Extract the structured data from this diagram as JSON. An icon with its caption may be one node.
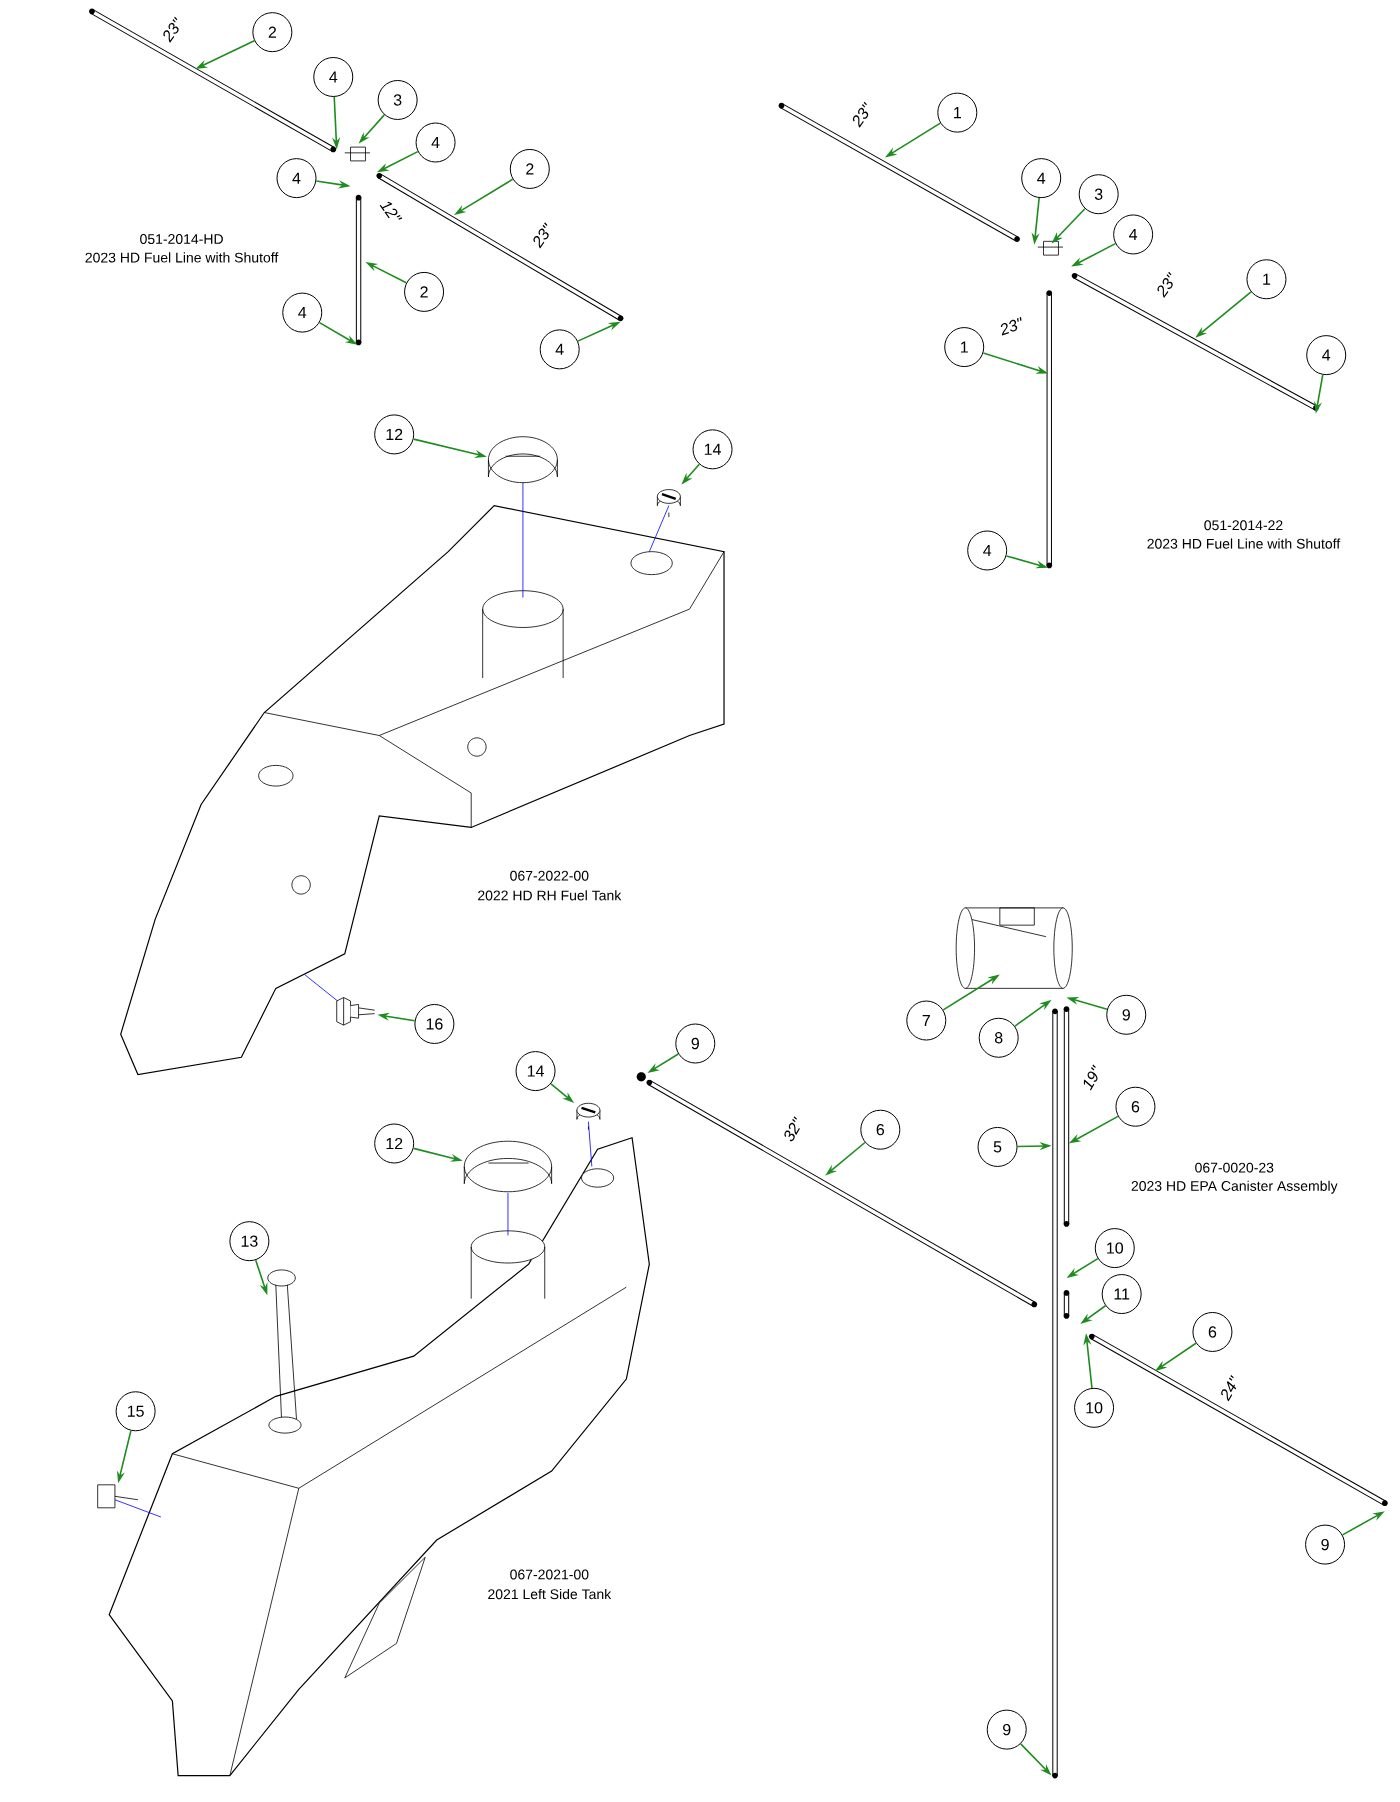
{
  "diagram": {
    "nodes": [
      {
        "text": [
          "2"
        ]
      },
      {
        "text": [
          "4"
        ]
      },
      {
        "text": [
          "3"
        ]
      },
      {
        "text": [
          "4"
        ]
      },
      {
        "text": [
          "4"
        ]
      },
      {
        "text": [
          "2"
        ]
      },
      {
        "text": [
          "2"
        ]
      },
      {
        "text": [
          "4"
        ]
      },
      {
        "text": [
          "4"
        ]
      },
      {
        "text": [
          "1"
        ]
      },
      {
        "text": [
          "4"
        ]
      },
      {
        "text": [
          "3"
        ]
      },
      {
        "text": [
          "4"
        ]
      },
      {
        "text": [
          "1"
        ]
      },
      {
        "text": [
          "4"
        ]
      },
      {
        "text": [
          "1"
        ]
      },
      {
        "text": [
          "4"
        ]
      },
      {
        "text": [
          "12"
        ]
      },
      {
        "text": [
          "14"
        ]
      },
      {
        "text": [
          "16"
        ]
      },
      {
        "text": [
          "7"
        ]
      },
      {
        "text": [
          "8"
        ]
      },
      {
        "text": [
          "9"
        ]
      },
      {
        "text": [
          "9"
        ]
      },
      {
        "text": [
          "6"
        ]
      },
      {
        "text": [
          "6"
        ]
      },
      {
        "text": [
          "5"
        ]
      },
      {
        "text": [
          "10"
        ]
      },
      {
        "text": [
          "11"
        ]
      },
      {
        "text": [
          "10"
        ]
      },
      {
        "text": [
          "6"
        ]
      },
      {
        "text": [
          "9"
        ]
      },
      {
        "text": [
          "9"
        ]
      },
      {
        "text": [
          "14"
        ]
      },
      {
        "text": [
          "12"
        ]
      },
      {
        "text": [
          "13"
        ]
      },
      {
        "text": [
          "15"
        ]
      },
      {
        "text": [],
        "shape": "picture"
      },
      {
        "text": [],
        "shape": "picture"
      },
      {
        "text": [],
        "shape": "picture"
      },
      {
        "text": [],
        "shape": "picture"
      },
      {
        "text": [],
        "shape": "picture"
      },
      {
        "text": [],
        "shape": "picture"
      },
      {
        "text": [],
        "shape": "picture"
      },
      {
        "text": [],
        "shape": "picture"
      }
    ],
    "edges": [
      {
        "from": 0,
        "to": null,
        "arrow": "to"
      },
      {
        "from": 1,
        "to": null,
        "arrow": "to"
      },
      {
        "from": 2,
        "to": null,
        "arrow": "to"
      },
      {
        "from": 3,
        "to": null,
        "arrow": "to"
      },
      {
        "from": 4,
        "to": null,
        "arrow": "to"
      },
      {
        "from": 5,
        "to": null,
        "arrow": "to"
      },
      {
        "from": 6,
        "to": null,
        "arrow": "to"
      },
      {
        "from": 7,
        "to": null,
        "arrow": "to"
      },
      {
        "from": 8,
        "to": null,
        "arrow": "to"
      },
      {
        "from": 9,
        "to": null,
        "arrow": "to"
      },
      {
        "from": 10,
        "to": null,
        "arrow": "to"
      },
      {
        "from": 11,
        "to": null,
        "arrow": "to"
      },
      {
        "from": 12,
        "to": null,
        "arrow": "to"
      },
      {
        "from": 13,
        "to": null,
        "arrow": "to"
      },
      {
        "from": 14,
        "to": null,
        "arrow": "to"
      },
      {
        "from": 15,
        "to": null,
        "arrow": "to"
      },
      {
        "from": 16,
        "to": null,
        "arrow": "to"
      },
      {
        "from": 17,
        "to": 37,
        "arrow": "to"
      },
      {
        "from": 18,
        "to": 38,
        "arrow": "to"
      },
      {
        "from": 19,
        "to": 39,
        "arrow": "to"
      },
      {
        "from": 20,
        "to": null,
        "arrow": "to"
      },
      {
        "from": 21,
        "to": null,
        "arrow": "to"
      },
      {
        "from": 22,
        "to": null,
        "arrow": "to"
      },
      {
        "from": 23,
        "to": 40,
        "arrow": "to"
      },
      {
        "from": 24,
        "to": null,
        "arrow": "to"
      },
      {
        "from": 25,
        "to": null,
        "arrow": "to"
      },
      {
        "from": 26,
        "to": null,
        "arrow": "to"
      },
      {
        "from": 27,
        "to": null,
        "arrow": "to"
      },
      {
        "from": 28,
        "to": null,
        "arrow": "to"
      },
      {
        "from": 29,
        "to": null,
        "arrow": "to"
      },
      {
        "from": 30,
        "to": null,
        "arrow": "to"
      },
      {
        "from": 31,
        "to": null,
        "arrow": "to"
      },
      {
        "from": 32,
        "to": null,
        "arrow": "to"
      },
      {
        "from": 33,
        "to": 41,
        "arrow": "to"
      },
      {
        "from": 34,
        "to": 42,
        "arrow": "to"
      },
      {
        "from": 35,
        "to": 43,
        "arrow": "to"
      },
      {
        "from": 36,
        "to": 44,
        "arrow": "to"
      }
    ],
    "labels": [
      "23\"",
      "23\"",
      "12\"",
      "051-2014-HD",
      "2023 HD Fuel Line with Shutoff",
      "23\"",
      "23\"",
      "23\"",
      "051-2014-22",
      "2023 HD Fuel Line with Shutoff",
      "067-2022-00",
      "2022 HD RH Fuel Tank",
      "32\"",
      "19\"",
      "067-0020-23",
      "2023 HD EPA Canister Assembly",
      "24\"",
      "067-2021-00",
      "2021 Left Side Tank"
    ]
  }
}
